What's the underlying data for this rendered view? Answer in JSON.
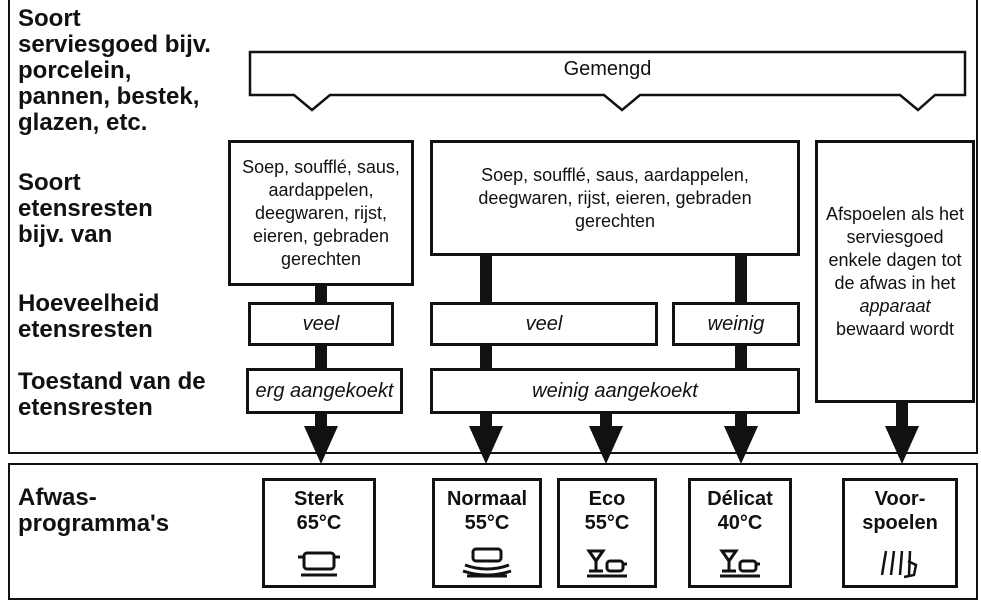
{
  "row_labels": {
    "serviesgoed": [
      "Soort",
      "serviesgoed bijv.",
      "porcelein,",
      "pannen, bestek,",
      "glazen, etc."
    ],
    "etensresten": [
      "Soort",
      "etensresten",
      "bijv. van"
    ],
    "hoeveelheid": [
      "Hoeveelheid",
      "etensresten"
    ],
    "toestand": [
      "Toestand van de",
      "etensresten"
    ],
    "programmas": [
      "Afwas-",
      "programma's"
    ]
  },
  "banner": "Gemengd",
  "food": {
    "left": [
      "Soep, soufflé, saus,",
      "aardappelen,",
      "deegwaren, rijst,",
      "eieren, gebraden",
      "gerechten"
    ],
    "middle": [
      "Soep, soufflé, saus, aardappelen,",
      "deegwaren, rijst, eieren, gebraden",
      "gerechten"
    ],
    "right": [
      "Afspoelen als het",
      "serviesgoed",
      "enkele dagen tot",
      "de afwas in het",
      "apparaat",
      "bewaard wordt"
    ]
  },
  "amount": {
    "a": "veel",
    "b": "veel",
    "c": "weinig"
  },
  "condition": {
    "a": "erg aangekoekt",
    "b": "weinig aangekoekt"
  },
  "programs": [
    {
      "name": "Sterk",
      "temp": "65°C",
      "icon": "pot-icon"
    },
    {
      "name": "Normaal",
      "temp": "55°C",
      "icon": "plates-icon"
    },
    {
      "name": "Eco",
      "temp": "55°C",
      "icon": "glass-cup-icon"
    },
    {
      "name": "Délicat",
      "temp": "40°C",
      "icon": "glass-cup-icon"
    },
    {
      "name": "Voor-",
      "temp": "spoelen",
      "icon": "spray-icon"
    }
  ]
}
